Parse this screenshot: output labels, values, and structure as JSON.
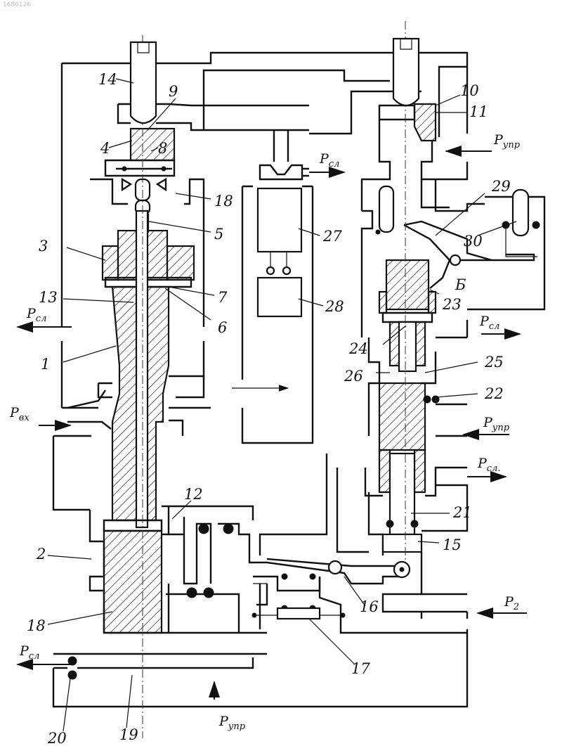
{
  "corner_mark": "1686126",
  "part_numbers": {
    "n1": "1",
    "n2": "2",
    "n3": "3",
    "n4": "4",
    "n5": "5",
    "n6": "6",
    "n7": "7",
    "n8": "8",
    "n9": "9",
    "n10": "10",
    "n11": "11",
    "n12": "12",
    "n13": "13",
    "n14": "14",
    "n15": "15",
    "n16": "16",
    "n17": "17",
    "n18a": "18",
    "n18b": "18",
    "n19": "19",
    "n20": "20",
    "n21": "21",
    "n22": "22",
    "n23": "23",
    "n24": "24",
    "n25": "25",
    "n26": "26",
    "n27": "27",
    "n28": "28",
    "n29": "29",
    "n30": "30",
    "nB": "Б"
  },
  "pressure_labels": {
    "p_sl_left_top": {
      "base": "P",
      "sub": "сл"
    },
    "p_vx": {
      "base": "P",
      "sub": "вх"
    },
    "p_sl_left_bot": {
      "base": "P",
      "sub": "сл"
    },
    "p_upr_bottom": {
      "base": "P",
      "sub": "упр"
    },
    "p_sl_mid": {
      "base": "P",
      "sub": "сл"
    },
    "p_upr_top_right": {
      "base": "P",
      "sub": "упр"
    },
    "p_sl_right": {
      "base": "P",
      "sub": "сл"
    },
    "p_upr_right": {
      "base": "P",
      "sub": "упр"
    },
    "p_sl_right_low": {
      "base": "P",
      "sub": "сл."
    },
    "p_2": {
      "base": "P",
      "sub": "2"
    }
  }
}
